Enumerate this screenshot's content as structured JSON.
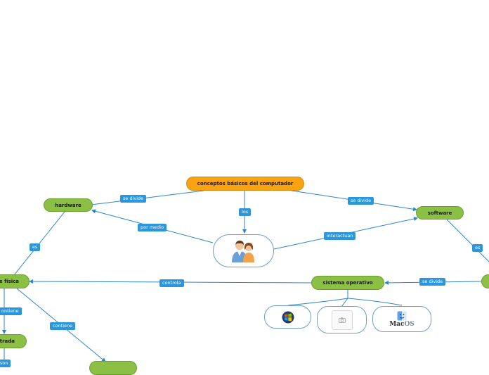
{
  "nodes": {
    "root": "conceptos básicos del computador",
    "hardware": "hardware",
    "software": "software",
    "fisica": "e física",
    "sistema_operativo": "sistema operativo",
    "entrada": "trada"
  },
  "links": {
    "se_divide_left": "se divide",
    "se_divide_right": "se divide",
    "los": "los",
    "por_medio": "por medio",
    "interactuan": "interactuan",
    "es_left": "es",
    "es_right": "es",
    "controla": "controla",
    "se_divide_so": "se divide",
    "contiene_1": "ontiene",
    "contiene_2": "contiene",
    "son": "son"
  },
  "os_brand": {
    "mac": "Mac",
    "os": "OS"
  },
  "icons": [
    "users-icon",
    "windows-icon",
    "camera-icon",
    "finder-icon"
  ],
  "colors": {
    "node_green": "#8cc045",
    "root_orange": "#f9a313",
    "link_blue": "#2b96db",
    "line": "#2b86c5"
  }
}
